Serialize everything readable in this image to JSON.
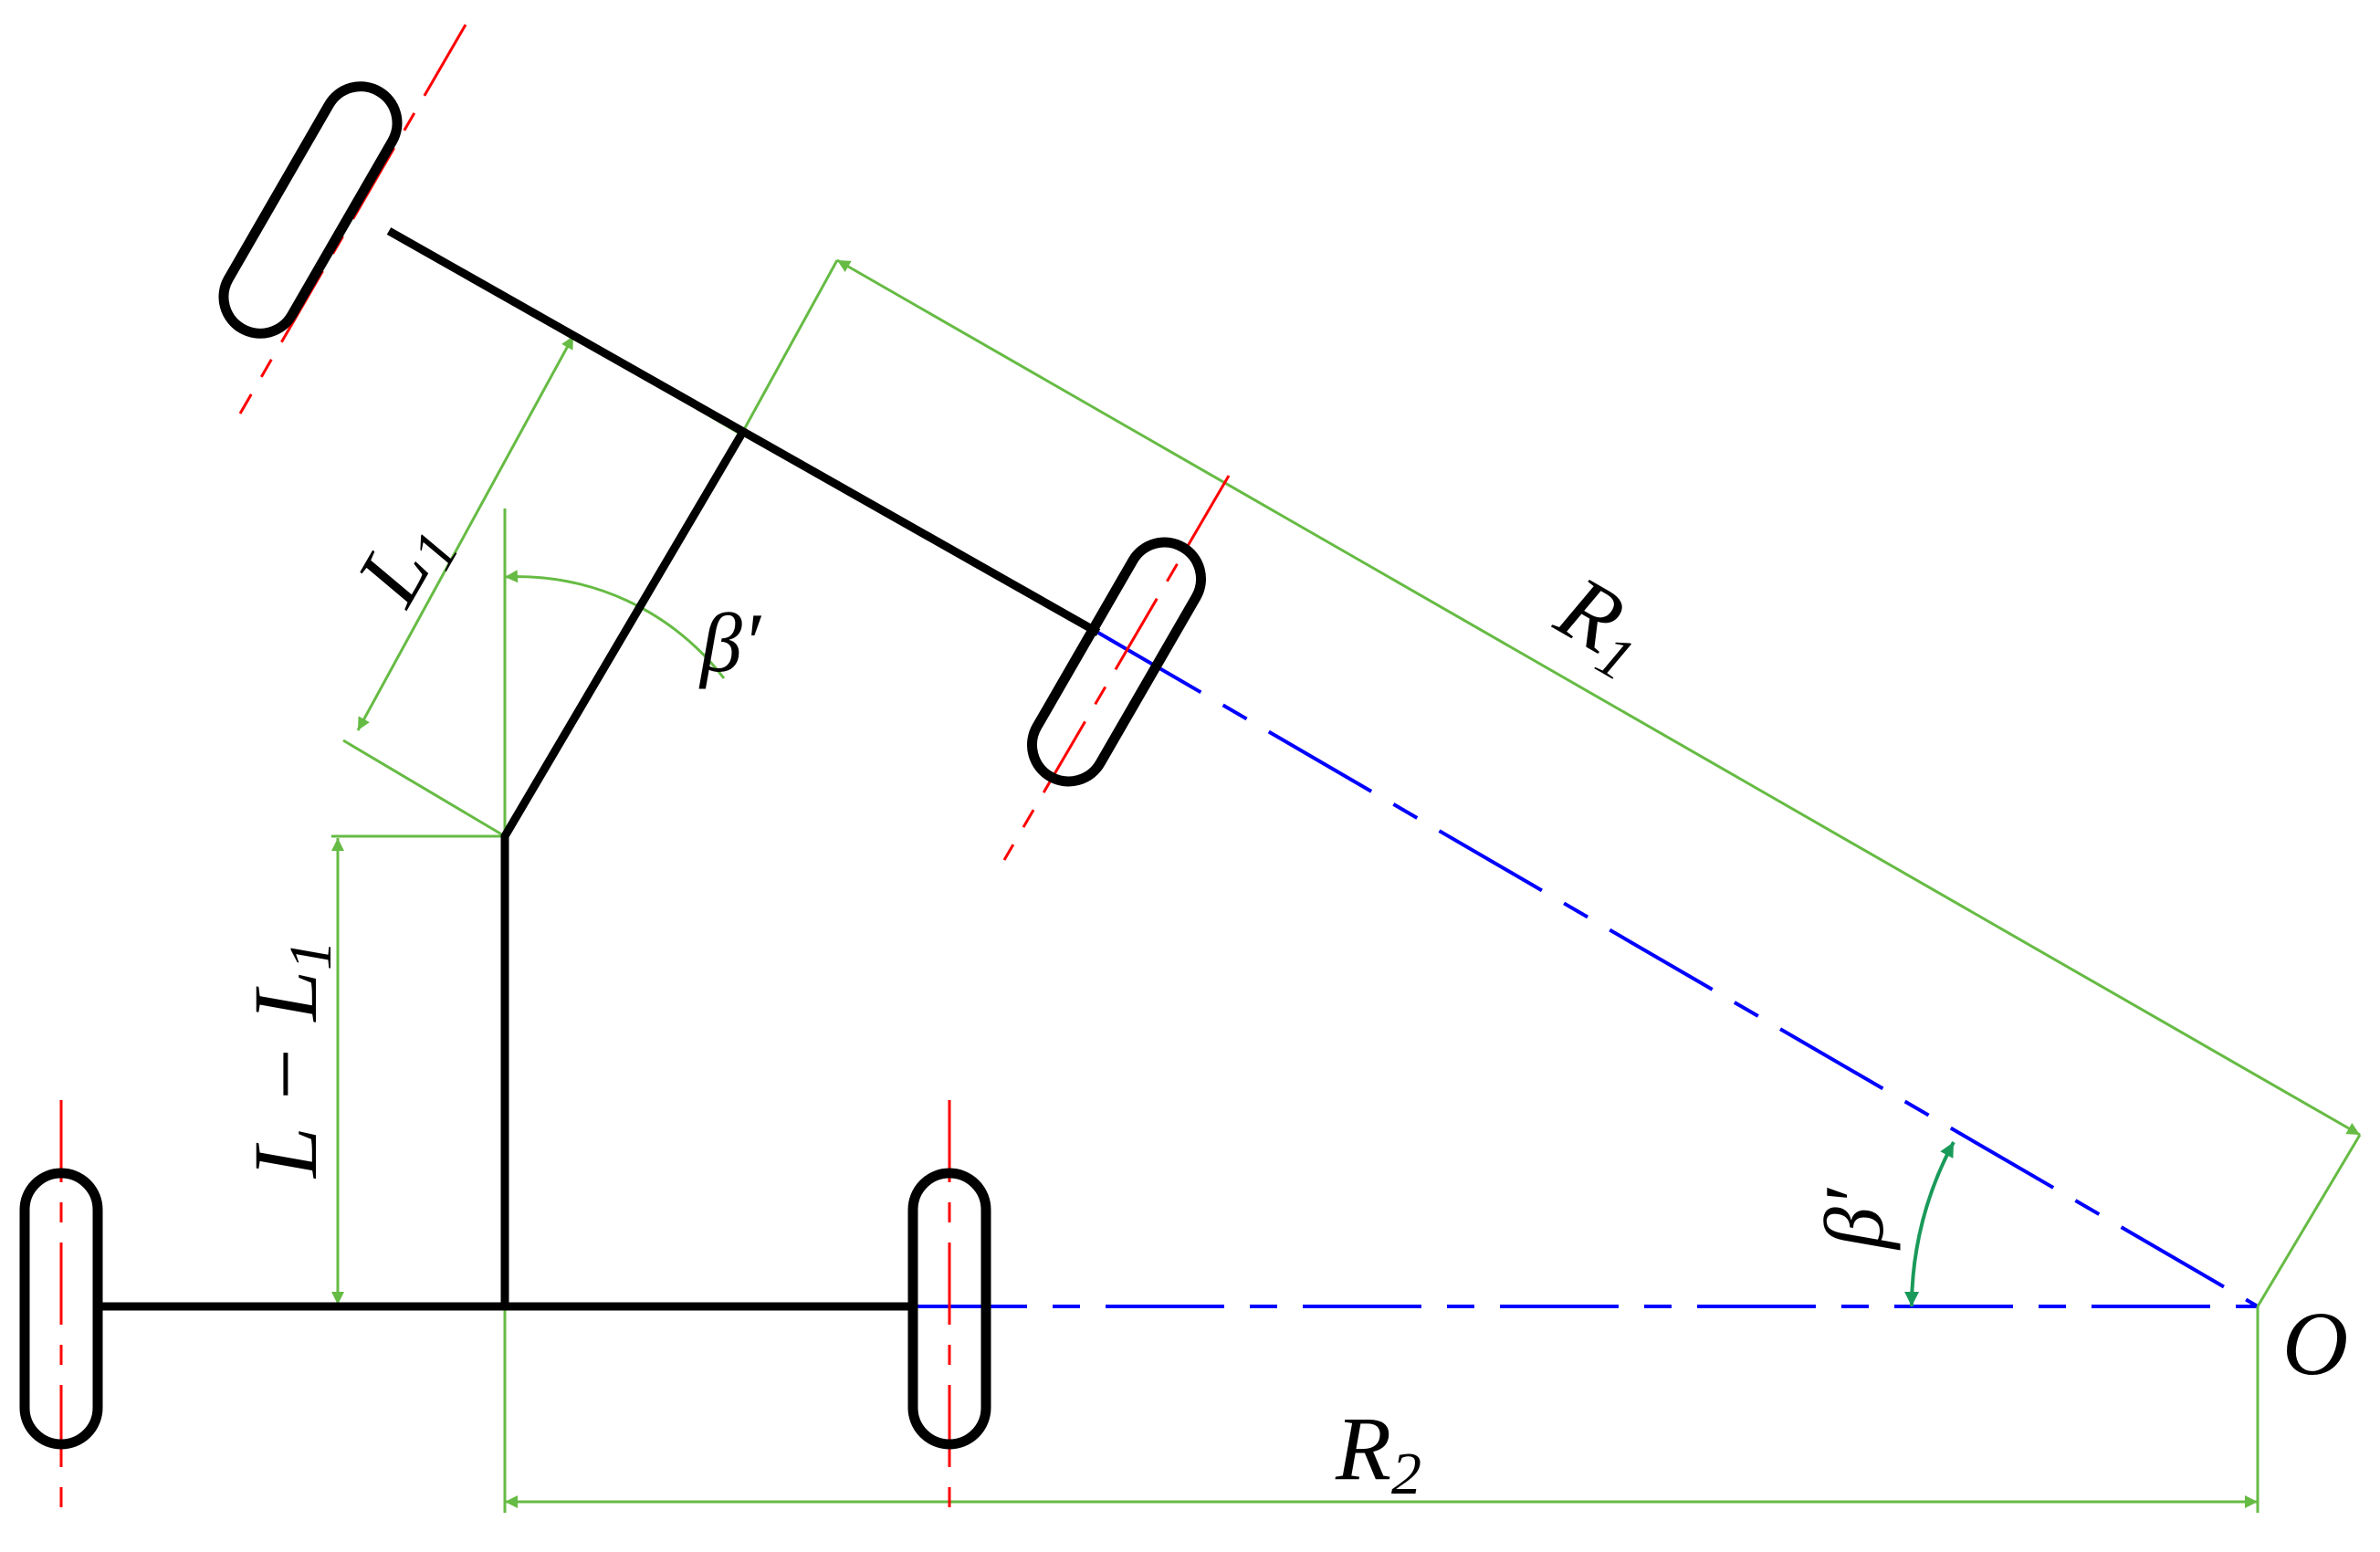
{
  "diagram": {
    "labels": {
      "l1_main": "L",
      "l1_sub": "1",
      "ll1_main": "L − L",
      "ll1_sub": "1",
      "r1_main": "R",
      "r1_sub": "1",
      "r2_main": "R",
      "r2_sub": "2",
      "beta_top": "β′",
      "beta_right": "β′",
      "origin": "O"
    },
    "colors": {
      "frame": "#000000",
      "wheel_axis": "#ff0000",
      "dimension": "#66bb44",
      "angle_arrow": "#1a9a5a",
      "turn_line": "#0000ff",
      "background": "#ffffff"
    }
  }
}
